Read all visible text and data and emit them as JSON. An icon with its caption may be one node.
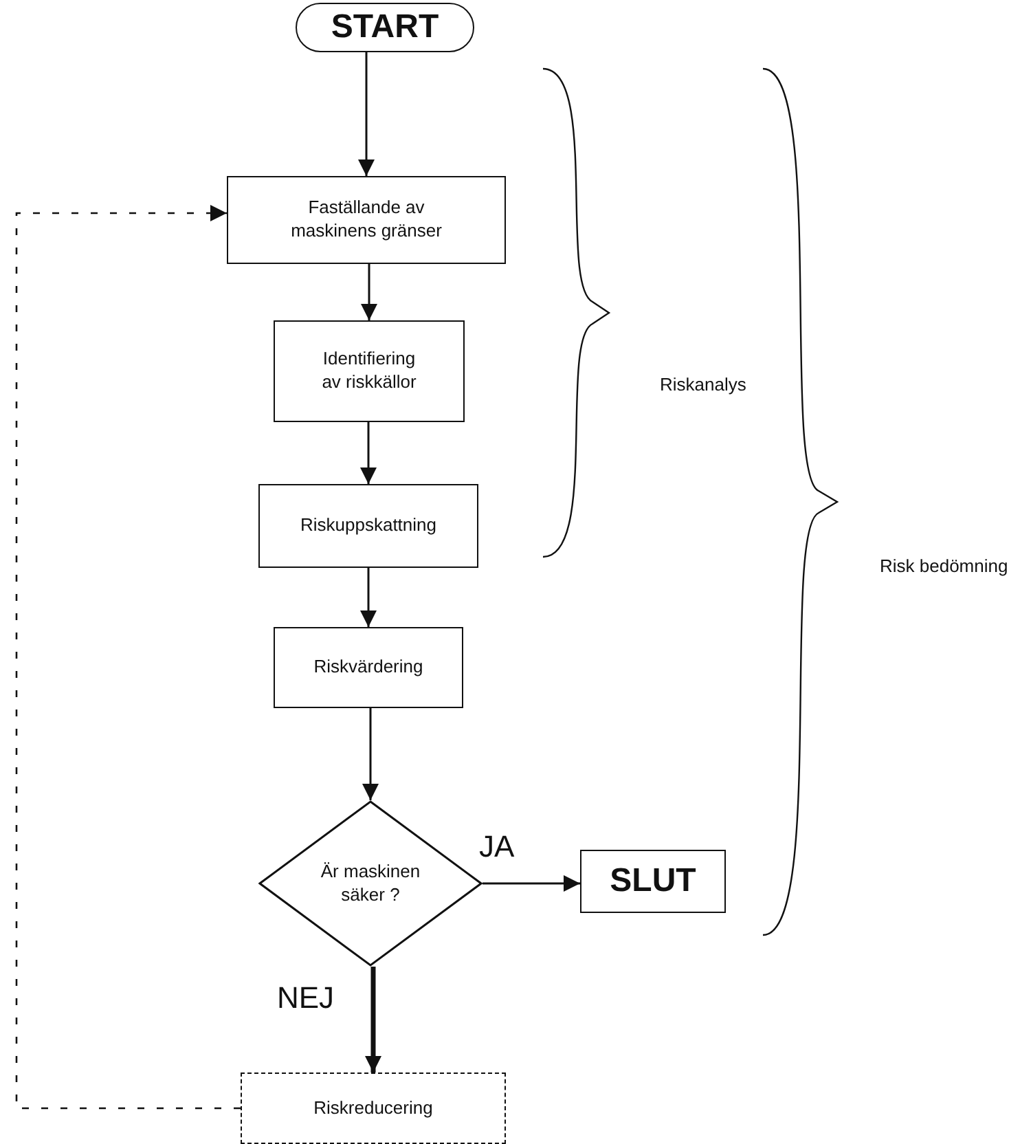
{
  "diagram": {
    "nodes": [
      {
        "text": [
          "START"
        ]
      },
      {
        "text": [
          "Faställande av maskinens gränser"
        ]
      },
      {
        "text": [
          "Identifiering av riskkällor"
        ]
      },
      {
        "text": [
          "Riskuppskattning"
        ]
      },
      {
        "text": [
          "Riskvärdering"
        ]
      },
      {
        "text": [
          "Är maskinen säker ?"
        ]
      },
      {
        "text": [
          "SLUT"
        ]
      },
      {
        "text": [
          "Riskreducering"
        ]
      }
    ],
    "edges": [
      {
        "from": 0,
        "to": 1,
        "arrow": "to"
      },
      {
        "from": 1,
        "to": 2,
        "arrow": "to"
      },
      {
        "from": 2,
        "to": 3,
        "arrow": "to"
      },
      {
        "from": 3,
        "to": 4,
        "arrow": "to"
      },
      {
        "from": 4,
        "to": 5,
        "arrow": "to"
      },
      {
        "from": 5,
        "to": 6,
        "arrow": "to",
        "label": "JA"
      },
      {
        "from": 5,
        "to": 7,
        "arrow": "to",
        "label": "NEJ",
        "style": "thick"
      },
      {
        "from": 7,
        "to": 1,
        "arrow": "to",
        "style": "dashed"
      }
    ],
    "labels": [
      "Riskanalys",
      "Risk bedömning"
    ]
  }
}
